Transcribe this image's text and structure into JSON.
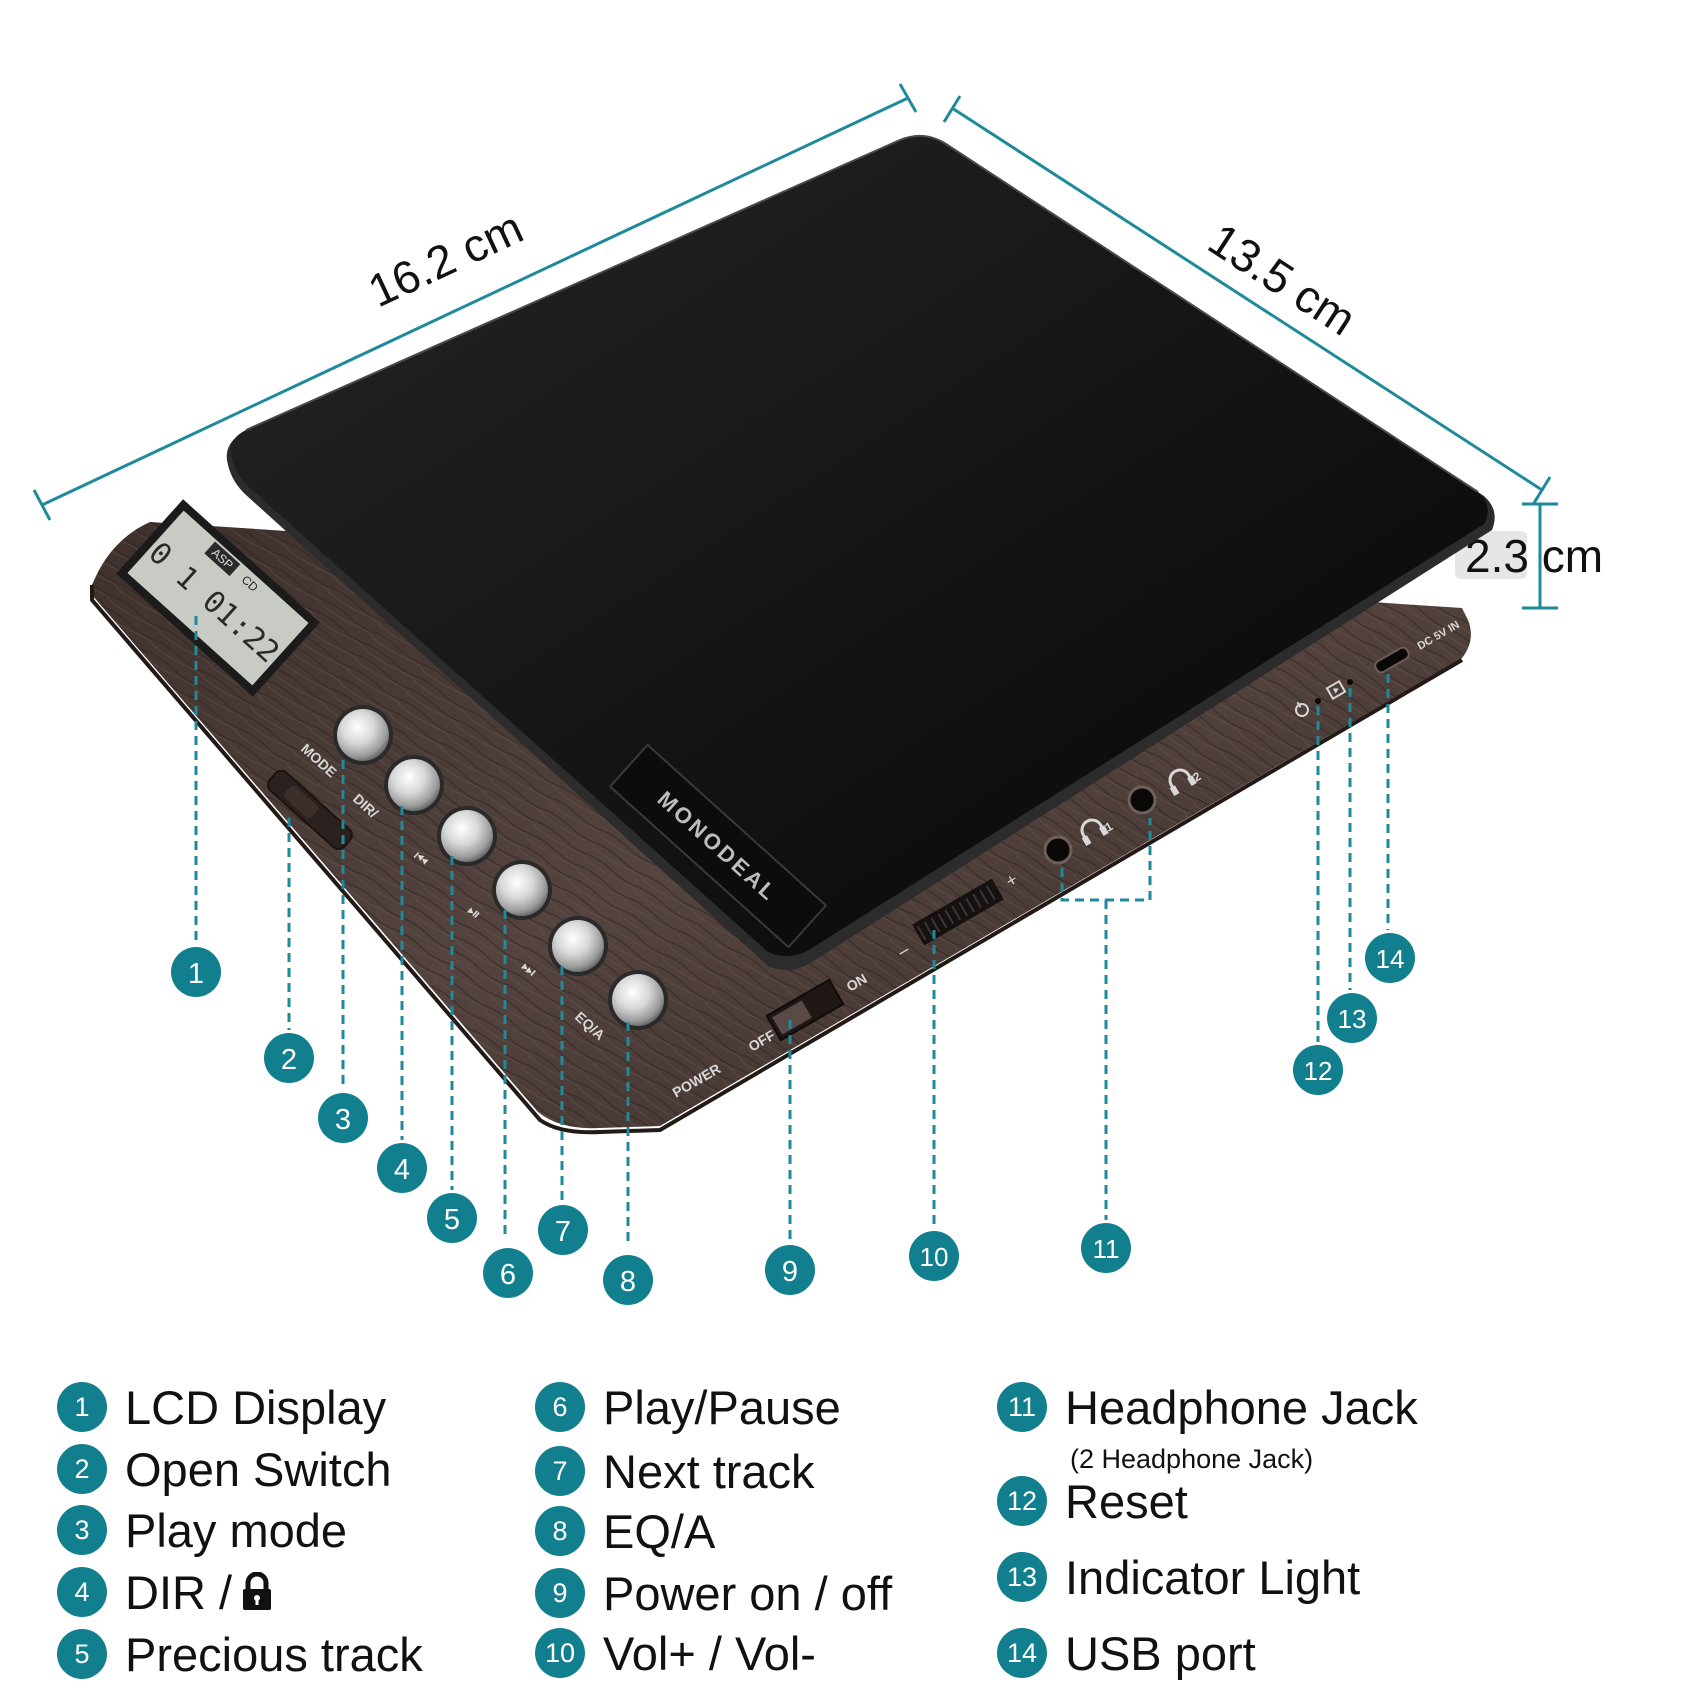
{
  "dimensions": {
    "length": "16.2 cm",
    "width": "13.5 cm",
    "height": "2.3 cm"
  },
  "device": {
    "brand": "MONODEAL",
    "lcd": {
      "tag1": "ASP",
      "tag2": "CD",
      "digits": "0 1 01:22"
    },
    "button_labels": {
      "mode": "MODE",
      "dir": "DIR/",
      "prev": "⏮",
      "play": "⏯",
      "next": "⏭",
      "eq": "EQ/A"
    },
    "switch_labels": {
      "power": "POWER",
      "off": "OFF",
      "on": "ON"
    },
    "volume_labels": {
      "minus": "–",
      "plus": "+"
    },
    "jack_labels": {
      "jack1": "1",
      "jack2": "2"
    },
    "port_label": "DC 5V IN"
  },
  "markers": [
    "1",
    "2",
    "3",
    "4",
    "5",
    "6",
    "7",
    "8",
    "9",
    "10",
    "11",
    "12",
    "13",
    "14"
  ],
  "legend": [
    {
      "num": "1",
      "label": "LCD Display"
    },
    {
      "num": "2",
      "label": "Open Switch"
    },
    {
      "num": "3",
      "label": "Play mode"
    },
    {
      "num": "4",
      "label": "DIR /"
    },
    {
      "num": "5",
      "label": "Precious track"
    },
    {
      "num": "6",
      "label": "Play/Pause"
    },
    {
      "num": "7",
      "label": "Next track"
    },
    {
      "num": "8",
      "label": "EQ/A"
    },
    {
      "num": "9",
      "label": "Power on / off"
    },
    {
      "num": "10",
      "label": "Vol+ / Vol-"
    },
    {
      "num": "11",
      "label": "Headphone Jack",
      "sub": "(2 Headphone Jack)"
    },
    {
      "num": "12",
      "label": "Reset"
    },
    {
      "num": "13",
      "label": "Indicator Light"
    },
    {
      "num": "14",
      "label": "USB port"
    }
  ],
  "colors": {
    "accent": "#127f8f",
    "lid": "#141414",
    "wood": "#4a3a36",
    "chrome": "#d9d9d9"
  }
}
